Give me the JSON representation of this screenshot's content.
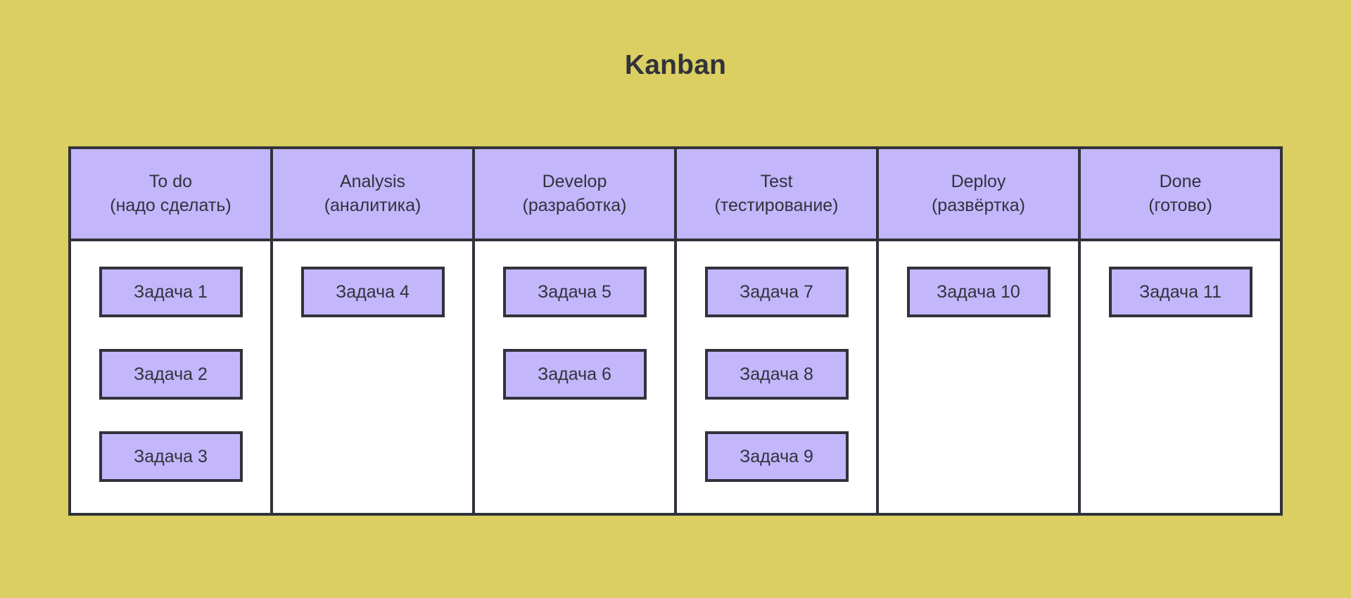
{
  "page": {
    "title": "Kanban",
    "background_color": "#dbcf61",
    "board_border_color": "#32323c",
    "header_fill_color": "#c3b6fb",
    "card_fill_color": "#c3b6fb",
    "body_fill_color": "#ffffff",
    "text_color": "#32323c"
  },
  "board": {
    "columns": [
      {
        "name_en": "To do",
        "name_ru": "(надо сделать)",
        "header_label": "To do\n(надо сделать)",
        "cards": [
          {
            "label": "Задача 1"
          },
          {
            "label": "Задача 2"
          },
          {
            "label": "Задача 3"
          }
        ]
      },
      {
        "name_en": "Analysis",
        "name_ru": "(аналитика)",
        "header_label": "Analysis\n(аналитика)",
        "cards": [
          {
            "label": "Задача 4"
          }
        ]
      },
      {
        "name_en": "Develop",
        "name_ru": "(разработка)",
        "header_label": "Develop\n(разработка)",
        "cards": [
          {
            "label": "Задача 5"
          },
          {
            "label": "Задача 6"
          }
        ]
      },
      {
        "name_en": "Test",
        "name_ru": "(тестирование)",
        "header_label": "Test\n(тестирование)",
        "cards": [
          {
            "label": "Задача 7"
          },
          {
            "label": "Задача 8"
          },
          {
            "label": "Задача 9"
          }
        ]
      },
      {
        "name_en": "Deploy",
        "name_ru": "(развёртка)",
        "header_label": "Deploy\n(развёртка)",
        "cards": [
          {
            "label": "Задача 10"
          }
        ]
      },
      {
        "name_en": "Done",
        "name_ru": "(готово)",
        "header_label": "Done\n(готово)",
        "cards": [
          {
            "label": "Задача 11"
          }
        ]
      }
    ]
  }
}
